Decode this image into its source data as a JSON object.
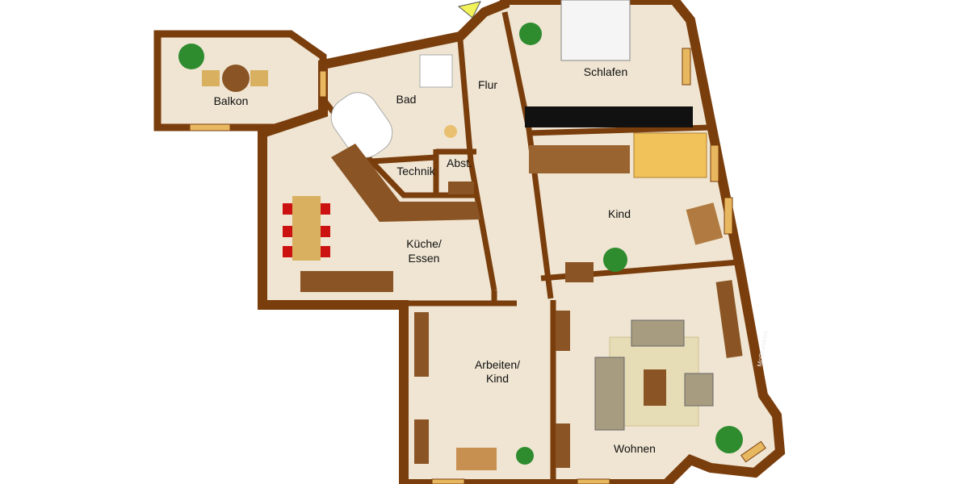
{
  "colors": {
    "wall": "#7a3d0c",
    "floor": "#efe5d2",
    "wood": "#8a5424",
    "window": "#e8b860",
    "plant": "#2e8b2e",
    "chair": "#cc1111"
  },
  "rooms": {
    "balkon": "Balkon",
    "bad": "Bad",
    "flur": "Flur",
    "schlafen": "Schlafen",
    "technik": "Technik",
    "abst": "Abst.",
    "kind": "Kind",
    "kueche_line1": "Küche/",
    "kueche_line2": "Essen",
    "arbeiten_line1": "Arbeiten/",
    "arbeiten_line2": "Kind",
    "wohnen": "Wohnen"
  },
  "watermark": "McGrundriss"
}
